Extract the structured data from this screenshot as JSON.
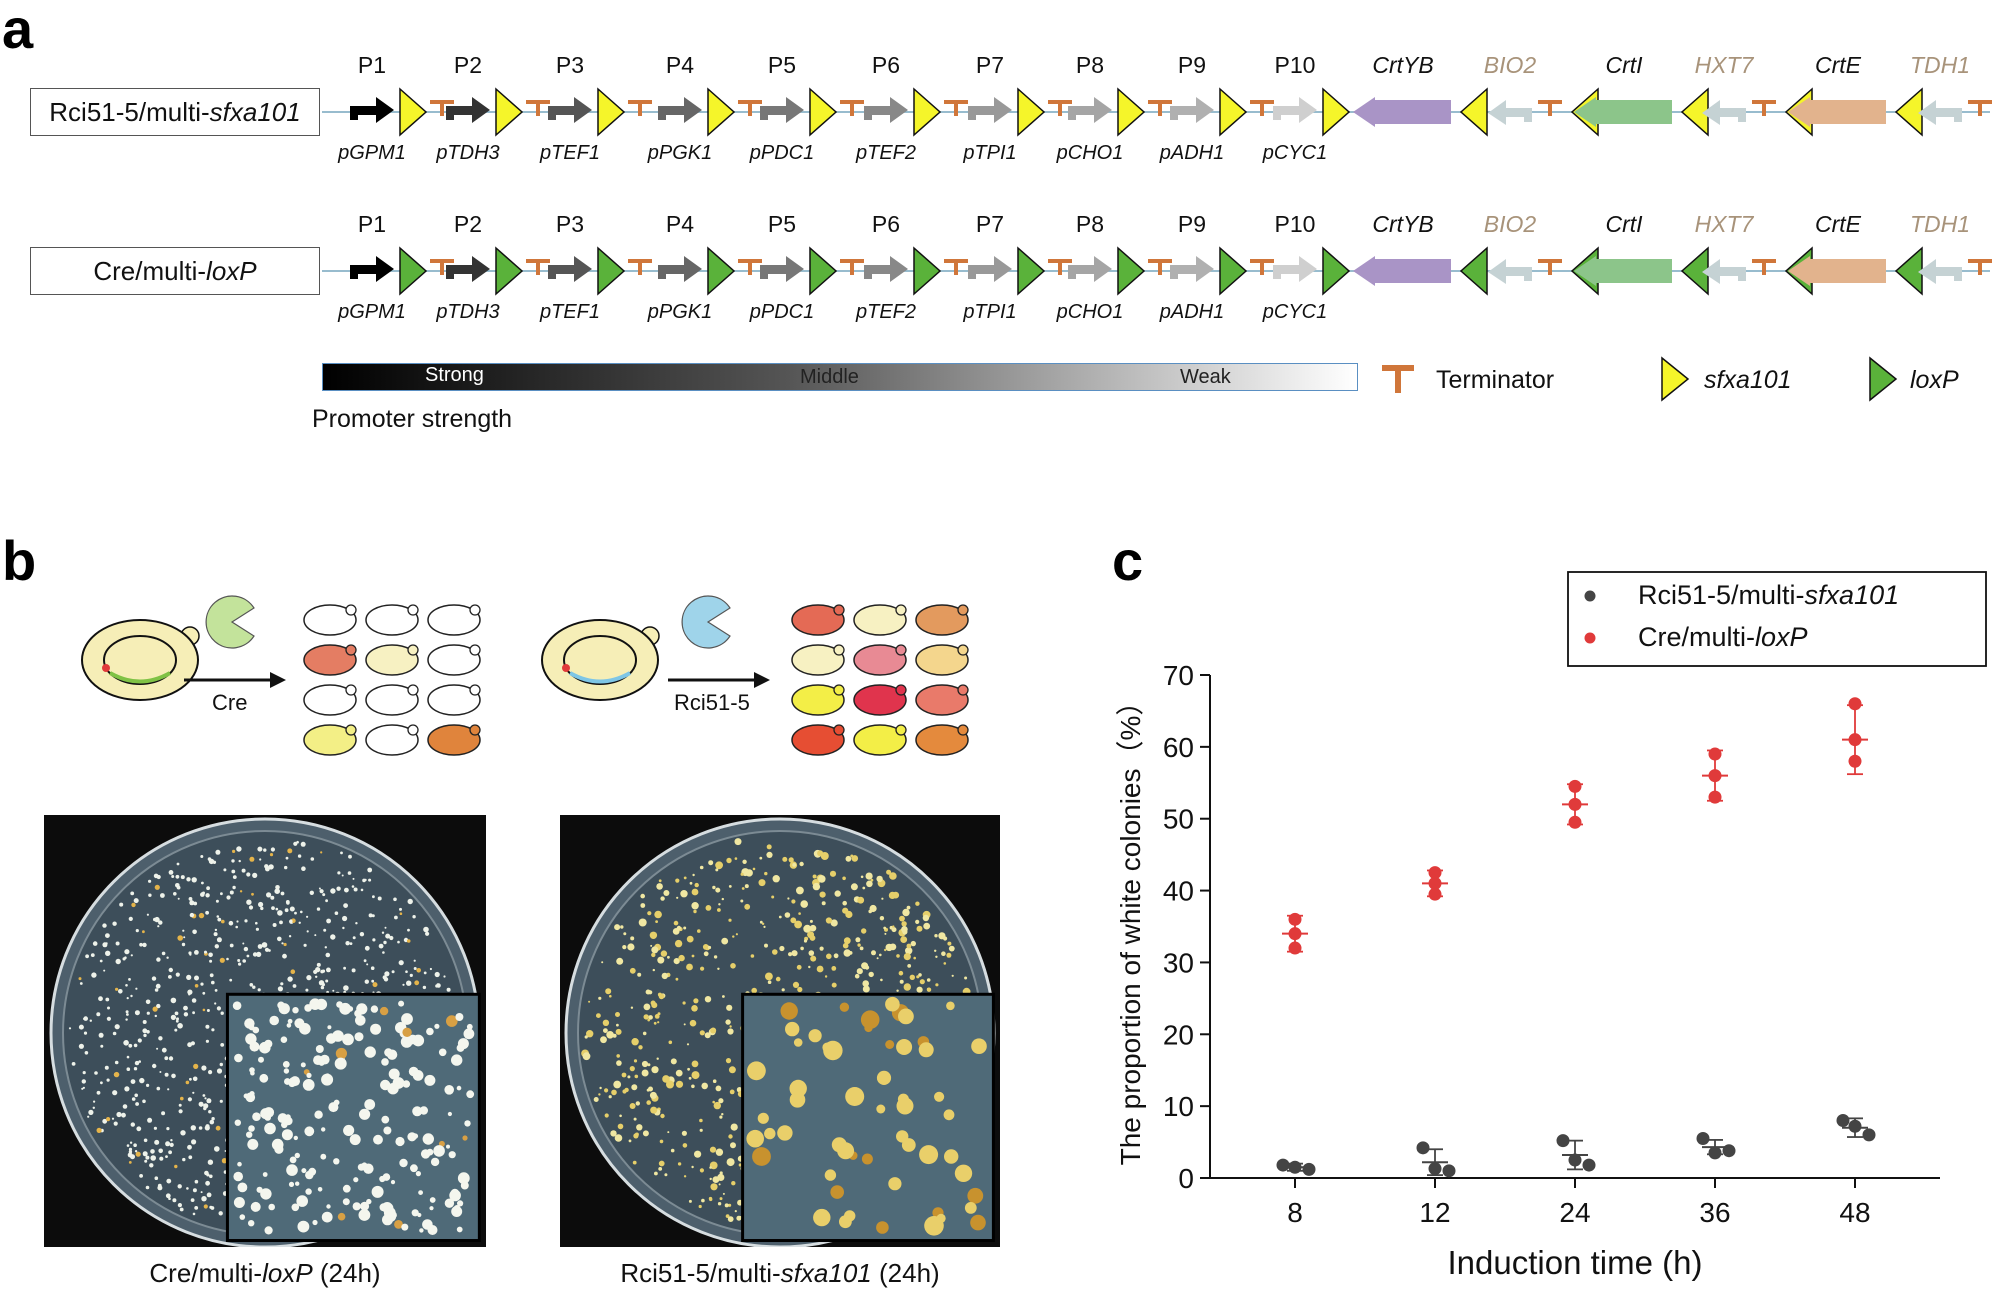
{
  "panels": {
    "a": "a",
    "b": "b",
    "c": "c"
  },
  "construct_a": {
    "rows": [
      {
        "strain_prefix": "Rci51-5/multi-",
        "strain_suffix": "sfxa101",
        "box_color": "#a6dcea",
        "site_color": "#f5f52a"
      },
      {
        "strain_prefix": "Cre/multi-",
        "strain_suffix": "loxP",
        "box_color": "#c5e8a3",
        "site_color": "#5ab23a"
      }
    ],
    "promoters": [
      {
        "label": "P1",
        "name": "pGPM1",
        "color": "#000000"
      },
      {
        "label": "P2",
        "name": "pTDH3",
        "color": "#333333"
      },
      {
        "label": "P3",
        "name": "pTEF1",
        "color": "#555555"
      },
      {
        "label": "P4",
        "name": "pPGK1",
        "color": "#666666"
      },
      {
        "label": "P5",
        "name": "pPDC1",
        "color": "#777777"
      },
      {
        "label": "P6",
        "name": "pTEF2",
        "color": "#888888"
      },
      {
        "label": "P7",
        "name": "pTPI1",
        "color": "#999999"
      },
      {
        "label": "P8",
        "name": "pCHO1",
        "color": "#a5a5a5"
      },
      {
        "label": "P9",
        "name": "pADH1",
        "color": "#b0b0b0"
      },
      {
        "label": "P10",
        "name": "pCYC1",
        "color": "#cfcfcf"
      }
    ],
    "genes": [
      {
        "name": "CrtYB",
        "color": "#a994c6",
        "label_color": "#111111"
      },
      {
        "name": "BIO2",
        "color": "#c5d2d4",
        "label_color": "#a8937a"
      },
      {
        "name": "CrtI",
        "color": "#8cc58a",
        "label_color": "#111111"
      },
      {
        "name": "HXT7",
        "color": "#c5d2d4",
        "label_color": "#a8937a"
      },
      {
        "name": "CrtE",
        "color": "#e2b38d",
        "label_color": "#111111"
      },
      {
        "name": "TDH1",
        "color": "#c5d2d4",
        "label_color": "#a8937a"
      }
    ],
    "colors": {
      "terminator": "#d0763a",
      "backbone": "#8ab3c7"
    },
    "promoter_strength": {
      "strong": "Strong",
      "middle": "Middle",
      "weak": "Weak",
      "title": "Promoter strength"
    },
    "legend": {
      "terminator": "Terminator",
      "sfxa101": "sfxa101",
      "loxP": "loxP"
    }
  },
  "panel_b": {
    "left_enzyme": "Cre",
    "right_enzyme": "Rci51-5",
    "left_enzyme_color": "#c3e39b",
    "right_enzyme_color": "#9fd4ea",
    "left_colonies": [
      "#ffffff",
      "#ffffff",
      "#ffffff",
      "#e47d63",
      "#f7f1c2",
      "#ffffff",
      "#ffffff",
      "#ffffff",
      "#ffffff",
      "#f3ef86",
      "#ffffff",
      "#e0843c"
    ],
    "right_colonies": [
      "#e46a55",
      "#f7f1c2",
      "#e39a5e",
      "#f7f1c2",
      "#e88a94",
      "#f4d68d",
      "#f3ee47",
      "#e0344d",
      "#e97a6a",
      "#e64e33",
      "#f3ee47",
      "#e48a3d"
    ],
    "left_caption_prefix": "Cre/multi-",
    "left_caption_italic": "loxP",
    "left_caption_suffix": " (24h)",
    "right_caption_prefix": "Rci51-5/multi-",
    "right_caption_italic": "sfxa101",
    "right_caption_suffix": " (24h)"
  },
  "chart_data": {
    "type": "scatter",
    "title": "",
    "xlabel": "Induction time (h)",
    "ylabel": "The proportion of white colonies（%）",
    "categories": [
      "8",
      "12",
      "24",
      "36",
      "48"
    ],
    "ylim": [
      0,
      70
    ],
    "yticks": [
      0,
      10,
      20,
      30,
      40,
      50,
      60,
      70
    ],
    "legend_position": "top-right",
    "grid": false,
    "series": [
      {
        "name_prefix": "Rci51-5/multi-",
        "name_italic": "sfxa101",
        "color": "#444444",
        "points": [
          [
            1.8,
            1.2,
            1.5
          ],
          [
            4.2,
            1.0,
            1.3
          ],
          [
            5.2,
            1.8,
            2.5
          ],
          [
            5.5,
            3.8,
            3.5
          ],
          [
            8.0,
            6.0,
            7.2
          ]
        ],
        "mean": [
          1.5,
          2.2,
          3.2,
          4.3,
          7.0
        ],
        "sd": [
          0.5,
          1.8,
          2.0,
          1.0,
          1.3
        ]
      },
      {
        "name_prefix": "Cre/multi-",
        "name_italic": "loxP",
        "color": "#e03a3a",
        "points": [
          [
            36.0,
            32.0,
            34.0
          ],
          [
            42.5,
            39.5,
            41.0
          ],
          [
            54.5,
            49.5,
            52.0
          ],
          [
            59.0,
            53.0,
            56.0
          ],
          [
            66.0,
            58.0,
            61.0
          ]
        ],
        "mean": [
          34.0,
          41.0,
          52.0,
          56.0,
          61.0
        ],
        "sd": [
          2.5,
          1.8,
          2.8,
          3.5,
          4.8
        ]
      }
    ]
  }
}
